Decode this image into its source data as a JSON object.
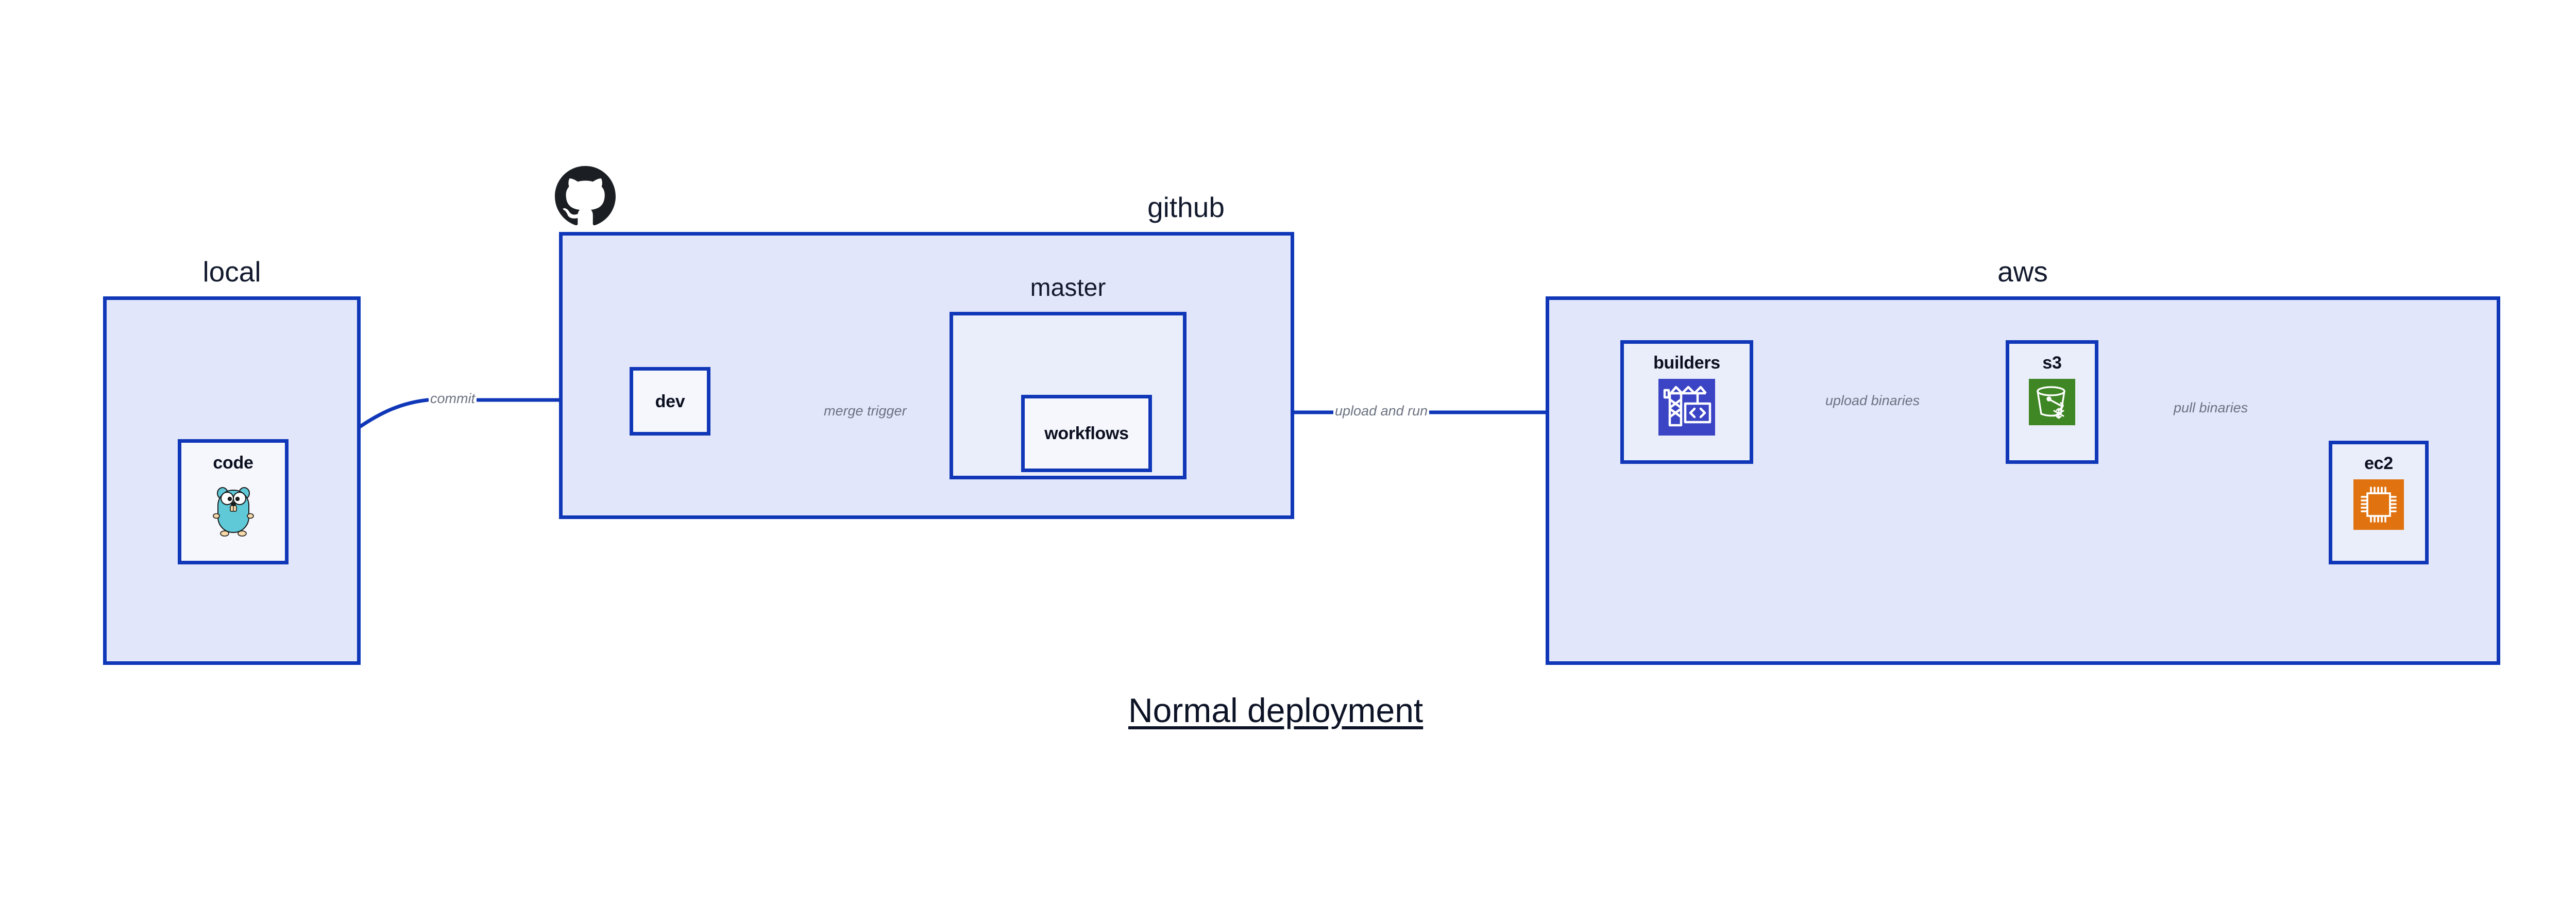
{
  "title": "Normal deployment",
  "colors": {
    "edge": "#0f37b8",
    "group_fill": "#e1e6fa",
    "node_fill": "#eaeefb",
    "node_fill_light": "#f5f7fd",
    "label_text": "#131a2e",
    "edge_label_text": "#6b7280",
    "s3_icon_bg": "#3f8624",
    "ec2_icon_bg": "#e0730f",
    "builders_icon_bg": "#3a44c4",
    "gopher_body": "#5fc9d8",
    "github_mark": "#1b1f23"
  },
  "groups": [
    {
      "id": "local",
      "label": "local"
    },
    {
      "id": "github",
      "label": "github"
    },
    {
      "id": "aws",
      "label": "aws"
    }
  ],
  "subgroups": [
    {
      "id": "master",
      "label": "master"
    }
  ],
  "nodes": [
    {
      "id": "code",
      "label": "code",
      "icon": "go-gopher-icon"
    },
    {
      "id": "dev",
      "label": "dev",
      "icon": "none"
    },
    {
      "id": "workflows",
      "label": "workflows",
      "icon": "none"
    },
    {
      "id": "builders",
      "label": "builders",
      "icon": "aws-codebuild-icon"
    },
    {
      "id": "s3",
      "label": "s3",
      "icon": "aws-s3-glacier-icon"
    },
    {
      "id": "ec2",
      "label": "ec2",
      "icon": "aws-ec2-icon"
    }
  ],
  "edges": [
    {
      "id": "code-dev",
      "from": "code",
      "to": "dev",
      "label": "commit"
    },
    {
      "id": "dev-workflows",
      "from": "dev",
      "to": "workflows",
      "label": "merge trigger"
    },
    {
      "id": "workflows-builders",
      "from": "workflows",
      "to": "builders",
      "label": "upload and run"
    },
    {
      "id": "builders-s3",
      "from": "builders",
      "to": "s3",
      "label": "upload binaries"
    },
    {
      "id": "s3-ec2",
      "from": "s3",
      "to": "ec2",
      "label": "pull binaries"
    }
  ],
  "icons": {
    "github_mark": "github-octocat-icon"
  }
}
